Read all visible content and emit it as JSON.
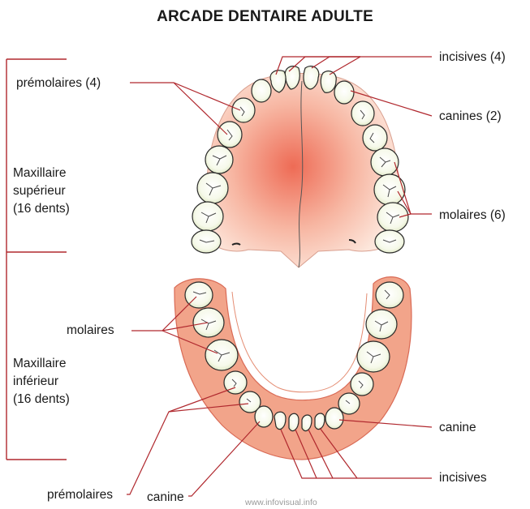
{
  "title": "ARCADE DENTAIRE ADULTE",
  "upper": {
    "lines": [
      "Maxillaire",
      "supérieur",
      "(16 dents)"
    ],
    "labels": {
      "premolars": "prémolaires (4)",
      "incisors": "incisives (4)",
      "canines": "canines (2)",
      "molars": "molaires (6)"
    }
  },
  "lower": {
    "lines": [
      "Maxillaire",
      "inférieur",
      "(16 dents)"
    ],
    "labels": {
      "molars": "molaires",
      "canine_right": "canine",
      "incisors": "incisives",
      "premolars": "prémolaires",
      "canine_bottom": "canine"
    }
  },
  "credit": "www.infovisual.info",
  "colors": {
    "palate_center": "#ee6b55",
    "palate_edge": "#fbe2d6",
    "gum": "#f2a48a",
    "gum_edge": "#d96a55",
    "tooth_fill": "#f9fbf0",
    "tooth_shade": "#dfe8c2",
    "leader": "#b0282e",
    "bracket": "#b0282e"
  }
}
